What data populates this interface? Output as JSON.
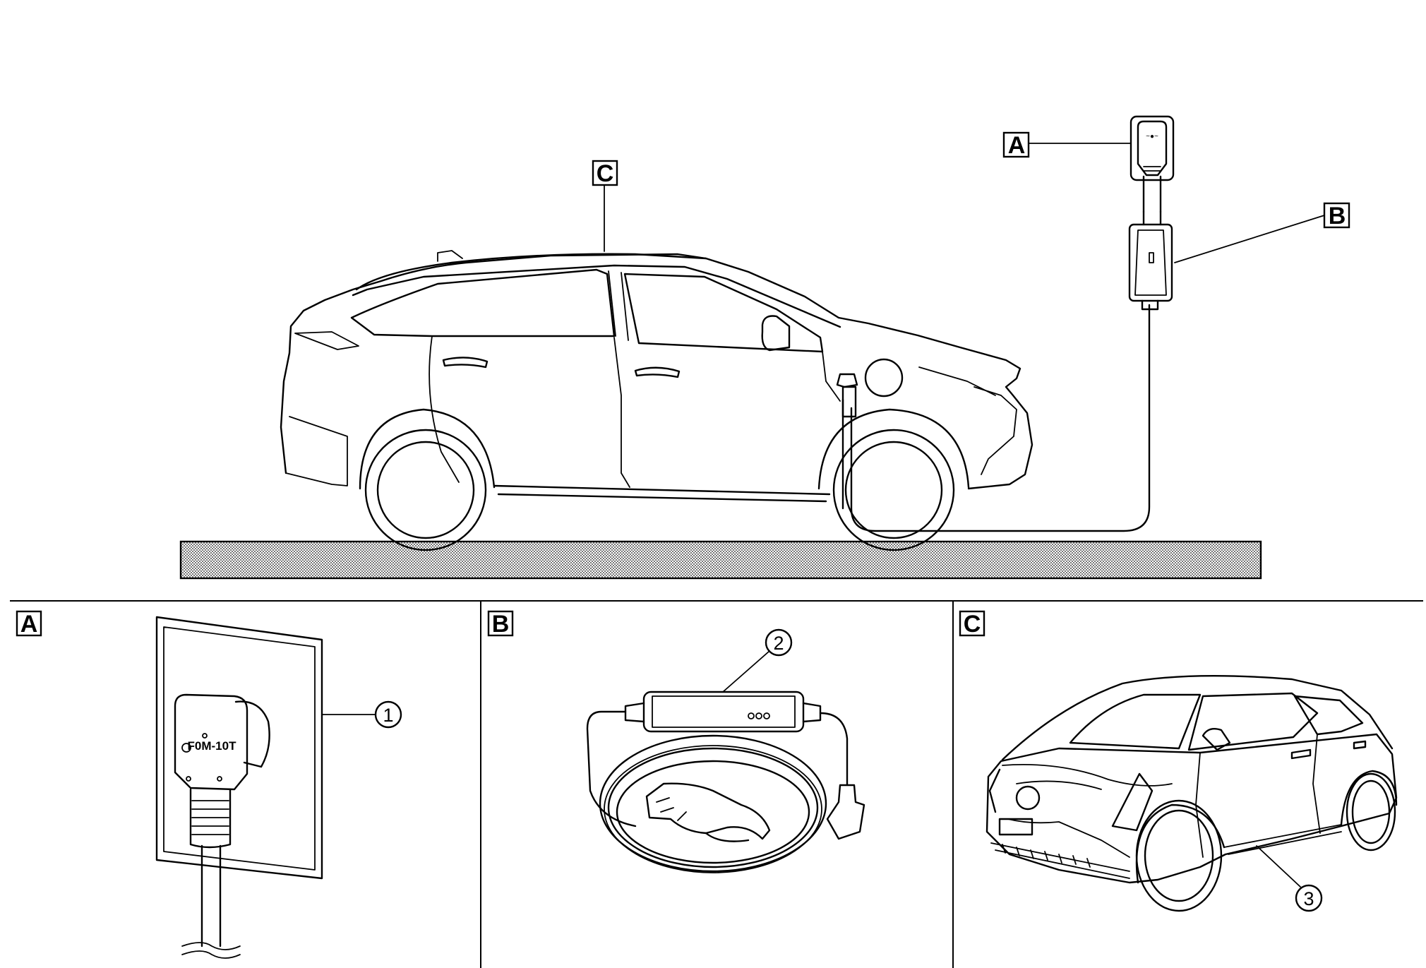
{
  "callouts": {
    "a": "A",
    "b": "B",
    "c": "C"
  },
  "panels": {
    "a_label": "A",
    "b_label": "B",
    "c_label": "C"
  },
  "numbers": {
    "n1": "1",
    "n2": "2",
    "n3": "3"
  },
  "plug_marking": "F0M-10T",
  "icons": [
    "car-side-icon",
    "wall-outlet-icon",
    "control-box-icon",
    "charge-cable-icon",
    "car-front-icon"
  ]
}
